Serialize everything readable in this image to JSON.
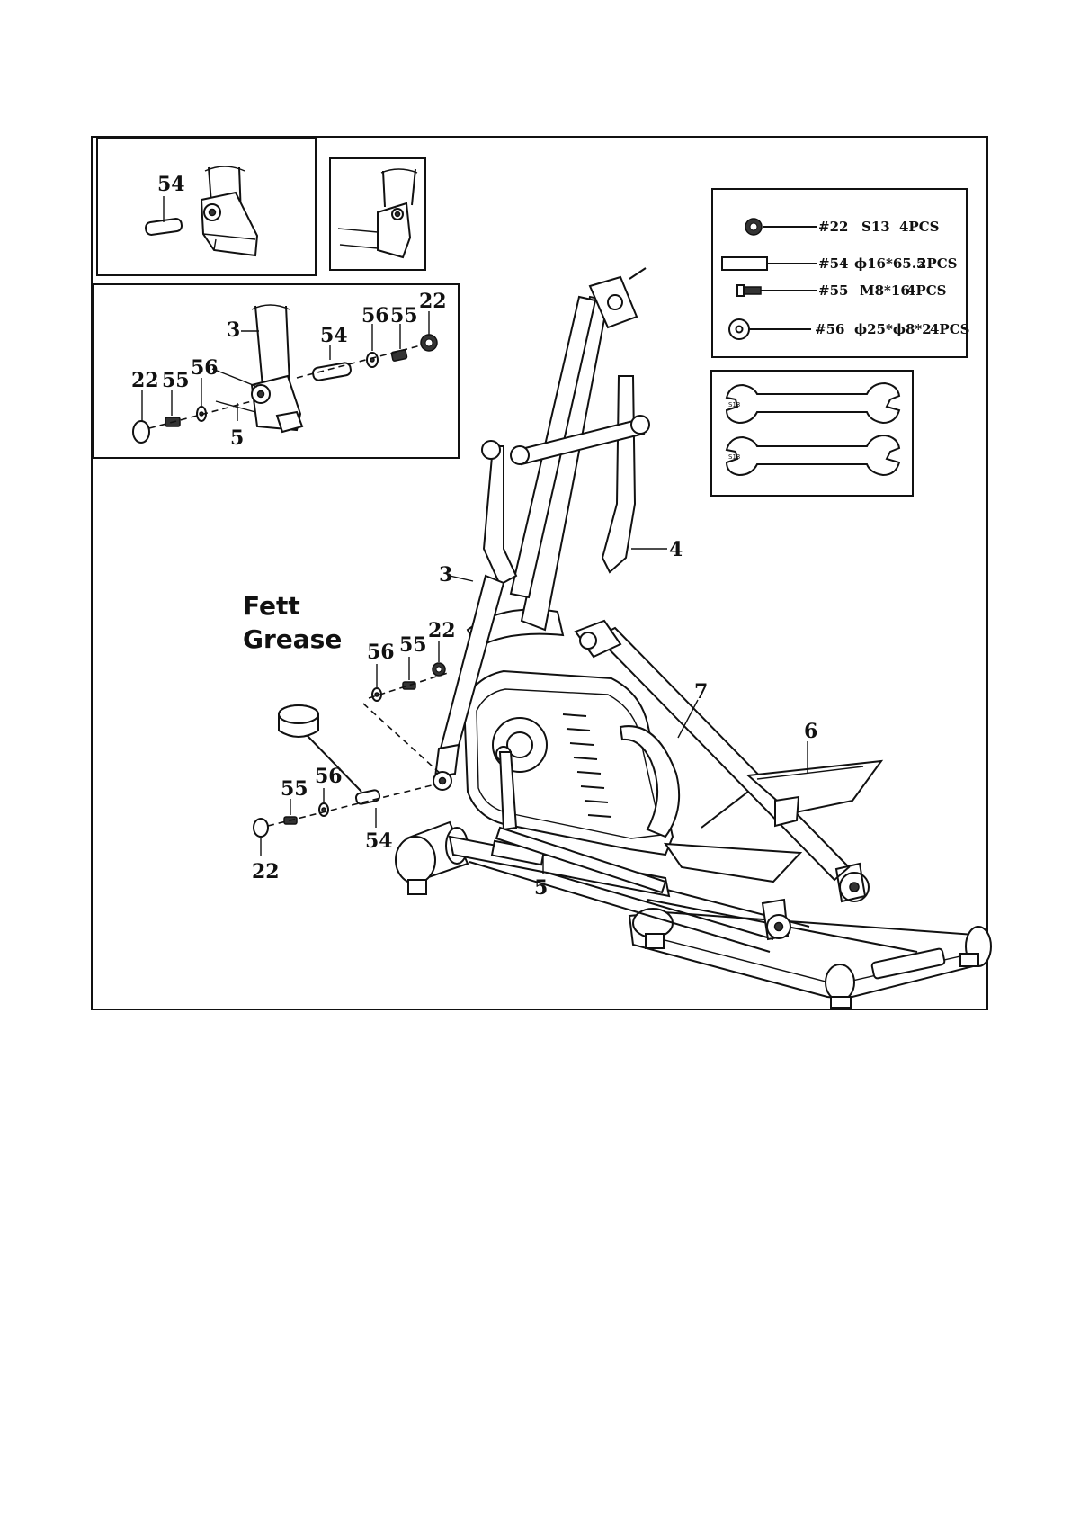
{
  "colors": {
    "line": "#111111",
    "background": "#ffffff",
    "dark_fill": "#333333"
  },
  "grease": {
    "line1": "Fett",
    "line2": "Grease"
  },
  "callouts": {
    "main": {
      "p3": "3",
      "p4": "4",
      "p5": "5",
      "p6": "6",
      "p7": "7",
      "upper_56": "56",
      "upper_55": "55",
      "upper_22": "22",
      "lower_55": "55",
      "lower_56": "56",
      "lower_54": "54",
      "lower_22": "22"
    },
    "inset_pin": {
      "p54": "54"
    },
    "inset_exploded": {
      "p3": "3",
      "p54": "54",
      "p56_right": "56",
      "p55_right": "55",
      "p22_right": "22",
      "p22_left": "22",
      "p55_left": "55",
      "p56_left": "56",
      "p5": "5"
    }
  },
  "hardware": [
    {
      "part": "#22",
      "spec": "S13",
      "qty": "4PCS",
      "icon": "nut-icon"
    },
    {
      "part": "#54",
      "spec": "ϕ16*65.5",
      "qty": "2PCS",
      "icon": "pin-icon"
    },
    {
      "part": "#55",
      "spec": "M8*16",
      "qty": "4PCS",
      "icon": "bolt-icon"
    },
    {
      "part": "#56",
      "spec": "ϕ25*ϕ8*2",
      "qty": "4PCS",
      "icon": "washer-icon"
    }
  ],
  "tools": [
    {
      "label": "S13",
      "icon": "wrench-icon"
    },
    {
      "label": "S13",
      "icon": "wrench-icon"
    }
  ]
}
